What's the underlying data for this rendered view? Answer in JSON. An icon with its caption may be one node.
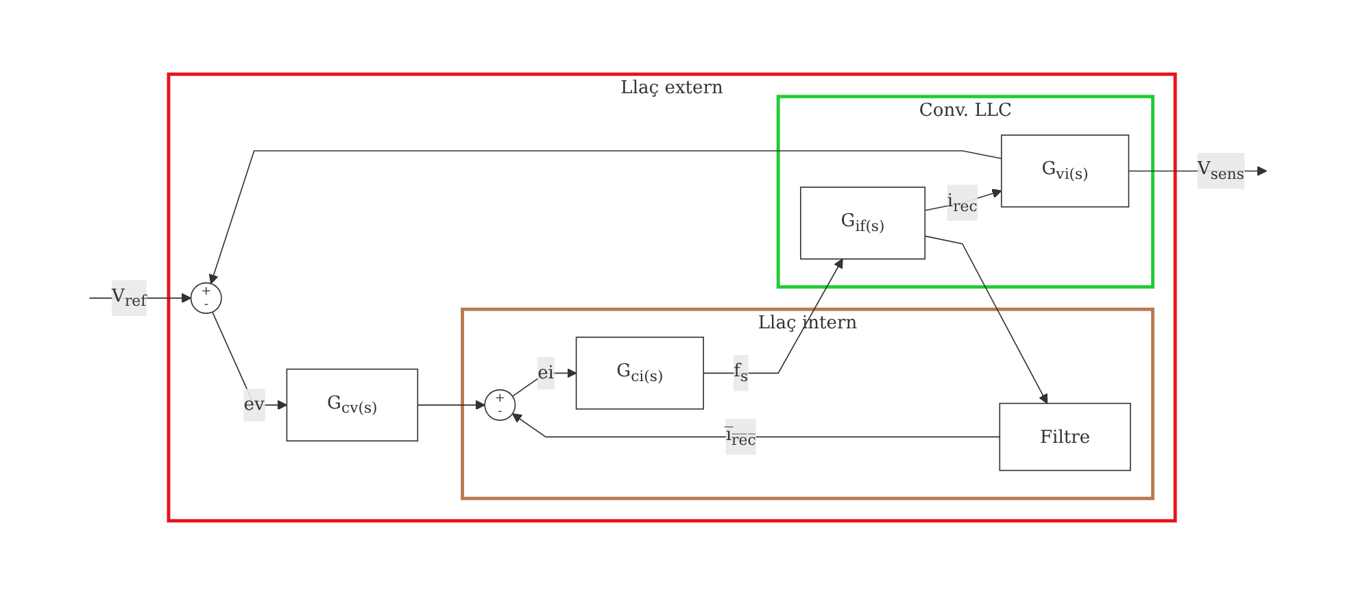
{
  "diagram": {
    "nodes": [
      {
        "text": [
          "Llaç extern"
        ]
      },
      {
        "text": [
          "Llaç intern"
        ],
        "in": 0
      },
      {
        "text": [
          "Conv. LLC"
        ],
        "in": 0
      },
      {
        "text": [
          "+",
          "-"
        ],
        "in": 0
      },
      {
        "text": [
          "G$_{cv(s)}$"
        ],
        "in": 0
      },
      {
        "text": [
          "+",
          "-"
        ],
        "in": 1
      },
      {
        "text": [
          "G$_{ci(s)}$"
        ],
        "in": 1
      },
      {
        "text": [
          "G$_{if(s)}$"
        ],
        "in": 2
      },
      {
        "text": [
          "G$_{vi(s)}$"
        ],
        "in": 2
      },
      {
        "text": [
          "Filtre"
        ],
        "in": 1
      }
    ],
    "edges": [
      {
        "from": null,
        "to": 3,
        "arrow": "to",
        "label": "V$_{ref}$"
      },
      {
        "from": 3,
        "to": 4,
        "arrow": "to",
        "label": "ev"
      },
      {
        "from": 4,
        "to": 5,
        "arrow": "to"
      },
      {
        "from": 5,
        "to": 6,
        "arrow": "to",
        "label": "ei"
      },
      {
        "from": 6,
        "to": 7,
        "arrow": "to",
        "label": "f$_{s}$"
      },
      {
        "from": 7,
        "to": 8,
        "arrow": "to",
        "label": "i$_{rec}$"
      },
      {
        "from": 7,
        "to": 9,
        "arrow": "to"
      },
      {
        "from": 9,
        "to": 5,
        "arrow": "to",
        "label": "i̅$_{r̅e̅c̅}$"
      },
      {
        "from": 8,
        "to": null,
        "arrow": "to",
        "label": "V$_{sens}$"
      },
      {
        "from": 8,
        "to": 3,
        "arrow": "to"
      }
    ]
  }
}
